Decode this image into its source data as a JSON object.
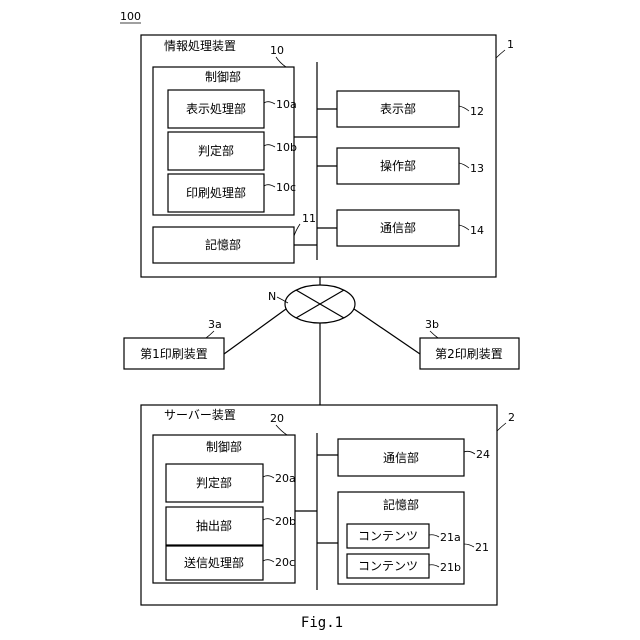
{
  "system_ref": "100",
  "figure_caption": "Fig.1",
  "info_device": {
    "title": "情報処理装置",
    "ref": "1",
    "controller": {
      "title": "制御部",
      "ref": "10",
      "units": [
        {
          "label": "表示処理部",
          "ref": "10a"
        },
        {
          "label": "判定部",
          "ref": "10b"
        },
        {
          "label": "印刷処理部",
          "ref": "10c"
        }
      ]
    },
    "storage": {
      "label": "記憶部",
      "ref": "11"
    },
    "display": {
      "label": "表示部",
      "ref": "12"
    },
    "operation": {
      "label": "操作部",
      "ref": "13"
    },
    "comm": {
      "label": "通信部",
      "ref": "14"
    }
  },
  "network": {
    "ref": "N"
  },
  "printer1": {
    "label": "第1印刷装置",
    "ref": "3a"
  },
  "printer2": {
    "label": "第2印刷装置",
    "ref": "3b"
  },
  "server": {
    "title": "サーバー装置",
    "ref": "2",
    "controller": {
      "title": "制御部",
      "ref": "20",
      "units": [
        {
          "label": "判定部",
          "ref": "20a"
        },
        {
          "label": "抽出部",
          "ref": "20b"
        },
        {
          "label": "送信処理部",
          "ref": "20c"
        }
      ]
    },
    "comm": {
      "label": "通信部",
      "ref": "24"
    },
    "storage": {
      "title": "記憶部",
      "ref": "21",
      "contents": [
        {
          "label": "コンテンツ",
          "ref": "21a"
        },
        {
          "label": "コンテンツ",
          "ref": "21b"
        }
      ]
    }
  }
}
